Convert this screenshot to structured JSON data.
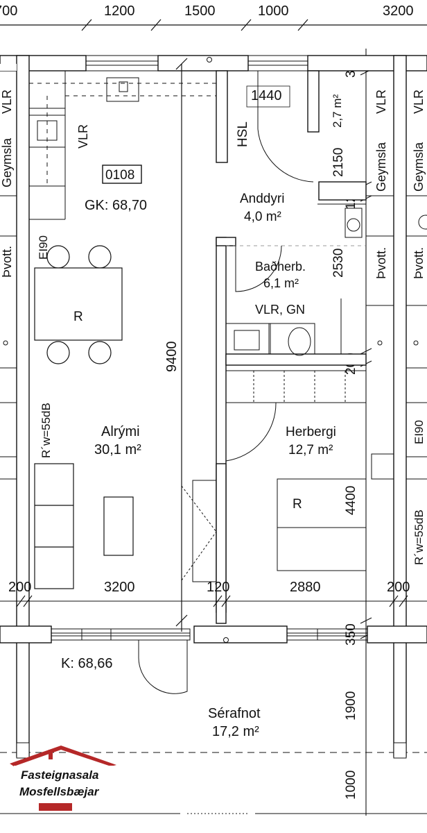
{
  "dimensions": {
    "top": [
      "700",
      "1200",
      "1500",
      "1000",
      "3200"
    ],
    "right": [
      "350",
      "2150",
      "120",
      "2530",
      "200",
      "4400",
      "350",
      "1900",
      "1000"
    ],
    "wall_200_left": "200",
    "wall_200_right": "200",
    "width_3200": "3200",
    "wall_120": "120",
    "width_2880": "2880",
    "depth_9400": "9400",
    "width_1440": "1440",
    "area_2_7": "2,7 m²"
  },
  "apartment": {
    "number": "0108",
    "gk": "GK: 68,70",
    "k": "K: 68,66"
  },
  "rooms": {
    "anddyri": {
      "name": "Anddyri",
      "area": "4,0 m²"
    },
    "badherb": {
      "name": "Baðherb.",
      "area": "6,1 m²",
      "note": "VLR, GN"
    },
    "alrymi": {
      "name": "Alrými",
      "area": "30,1 m²"
    },
    "herbergi": {
      "name": "Herbergi",
      "area": "12,7 m²"
    },
    "serafnot": {
      "name": "Sérafnot",
      "area": "17,2 m²"
    }
  },
  "labels": {
    "vlr": "VLR",
    "hsl": "HSL",
    "ei90": "EI90",
    "rw_55db": "R´w=55dB",
    "r_table": "R",
    "r_bed": "R",
    "geymsla": "Geymsla",
    "thvott": "Þvott."
  },
  "logo": {
    "line1": "Fasteignasala",
    "line2": "Mosfellsbæjar",
    "roof_color": "#b52828"
  }
}
